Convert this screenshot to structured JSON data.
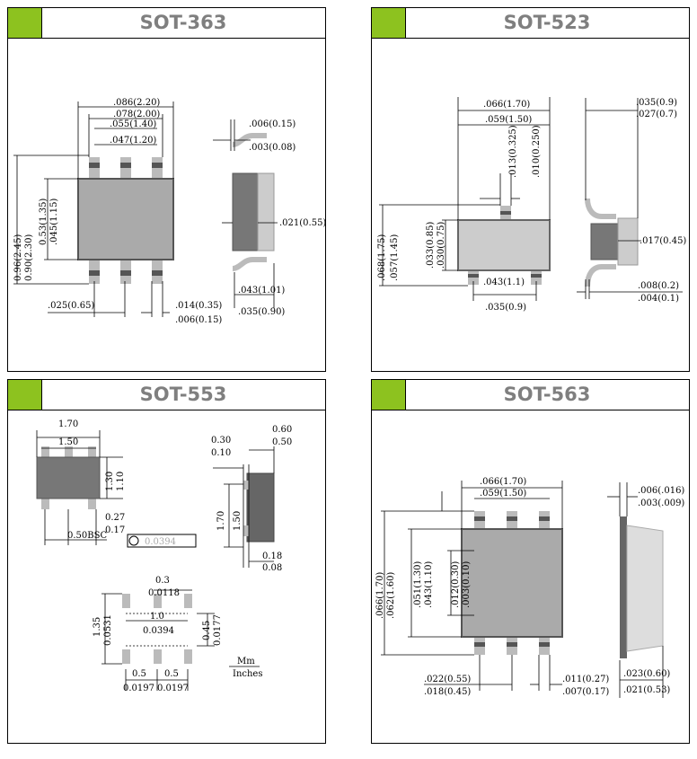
{
  "panels": [
    {
      "title": "SOT-363",
      "dims": {
        "a": ".086(2.20)",
        "b": ".078(2.00)",
        "c": ".055(1.40)",
        "d": ".047(1.20)",
        "e": ".006(0.15)",
        "f": ".003(0.08)",
        "g": "0.96(2.45)",
        "h": "0.90(2.30)",
        "i": "0.53(1.35)",
        "j": ".045(1.15)",
        "k": ".021(0.55)",
        "l": ".043(1.01)",
        "m": ".035(0.90)",
        "n": ".025(0.65)",
        "o": ".014(0.35)",
        "p": ".006(0.15)"
      }
    },
    {
      "title": "SOT-523",
      "dims": {
        "a": ".066(1.70)",
        "b": ".059(1.50)",
        "c": ".013(0.325)",
        "d": ".010(0.250)",
        "e": ".035(0.9)",
        "f": ".027(0.7)",
        "g": ".068(1.75)",
        "h": ".057(1.45)",
        "i": ".033(0.85)",
        "j": ".030(0.75)",
        "k": ".017(0.45)",
        "l": ".043(1.1)",
        "m": ".035(0.9)",
        "n": ".008(0.2)",
        "o": ".004(0.1)"
      }
    },
    {
      "title": "SOT-553",
      "dims": {
        "a": "1.70",
        "b": "1.50",
        "c": "1.30",
        "d": "1.10",
        "e": "0.27",
        "f": "0.17",
        "g": "0.50BSC",
        "h": "0.30",
        "i": "0.10",
        "j": "0.60",
        "k": "0.50",
        "l": "1.70",
        "m": "1.50",
        "n": "0.18",
        "o": "0.08",
        "p": "0.3",
        "q": "0.0118",
        "r": "1.0",
        "s": "0.0394",
        "t": "1.35",
        "u": "0.0531",
        "v": "0.45",
        "w": "0.0177",
        "x": "0.5",
        "y": "0.0197",
        "z": "0.5",
        "aa": "0.0197",
        "mm": "Mm",
        "inches": "Inches"
      }
    },
    {
      "title": "SOT-563",
      "dims": {
        "a": ".066(1.70)",
        "b": ".059(1.50)",
        "c": ".006(.016)",
        "d": ".003(.009)",
        "e": ".066(1.70)",
        "f": ".062(1.60)",
        "g": ".051(1.30)",
        "h": ".043(1.10)",
        "i": ".012(0.30)",
        "j": ".003(0.10)",
        "k": ".022(0.55)",
        "l": ".018(0.45)",
        "m": ".011(0.27)",
        "n": ".007(0.17)",
        "o": ".023(0.60)",
        "p": ".021(0.53)"
      }
    }
  ]
}
